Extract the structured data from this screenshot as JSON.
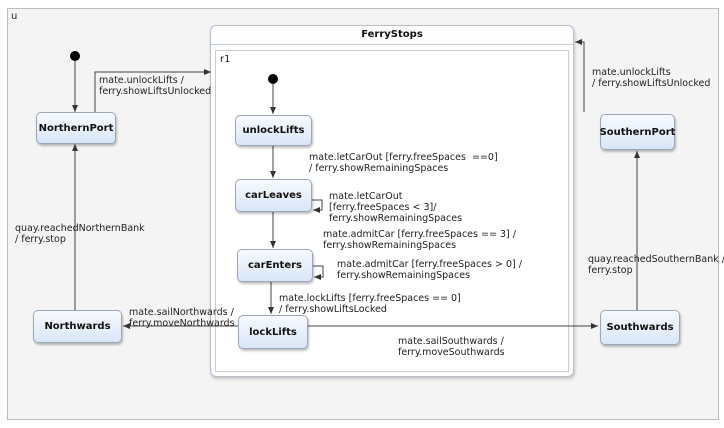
{
  "diagram": {
    "region_name": "u",
    "composite": {
      "title": "FerryStops",
      "region_name": "r1"
    },
    "states": {
      "northern_port": "NorthernPort",
      "northwards": "Northwards",
      "southern_port": "SouthernPort",
      "southwards": "Southwards",
      "unlock_lifts": "unlockLifts",
      "car_leaves": "carLeaves",
      "car_enters": "carEnters",
      "lock_lifts": "lockLifts"
    },
    "transitions": {
      "northern_to_ferrystops": [
        "mate.unlockLifts /",
        "ferry.showLiftsUnlocked"
      ],
      "southern_to_ferrystops": [
        "mate.unlockLifts",
        "/ ferry.showLiftsUnlocked"
      ],
      "unlock_to_carleaves": [
        "mate.letCarOut [ferry.freeSpaces  ==0]",
        "/ ferry.showRemainingSpaces"
      ],
      "carleaves_self": [
        "mate.letCarOut",
        "[ferry.freeSpaces < 3]/",
        "ferry.showRemainingSpaces"
      ],
      "carleaves_to_carenters": [
        "mate.admitCar [ferry.freeSpaces == 3] /",
        "ferry.showRemainingSpaces"
      ],
      "carenters_self": [
        "mate.admitCar [ferry.freeSpaces > 0] /",
        "ferry.showRemainingSpaces"
      ],
      "carenters_to_locklifts": [
        "mate.lockLifts [ferry.freeSpaces == 0]",
        "/ ferry.showLiftsLocked"
      ],
      "locklifts_to_northwards": [
        "mate.sailNorthwards /",
        "ferry.moveNorthwards"
      ],
      "locklifts_to_southwards": [
        "mate.sailSouthwards /",
        "ferry.moveSouthwards"
      ],
      "northwards_to_northern": [
        "quay.reachedNorthernBank",
        "/ ferry.stop"
      ],
      "southwards_to_southern": [
        "quay.reachedSouthernBank /",
        "ferry.stop"
      ]
    }
  }
}
